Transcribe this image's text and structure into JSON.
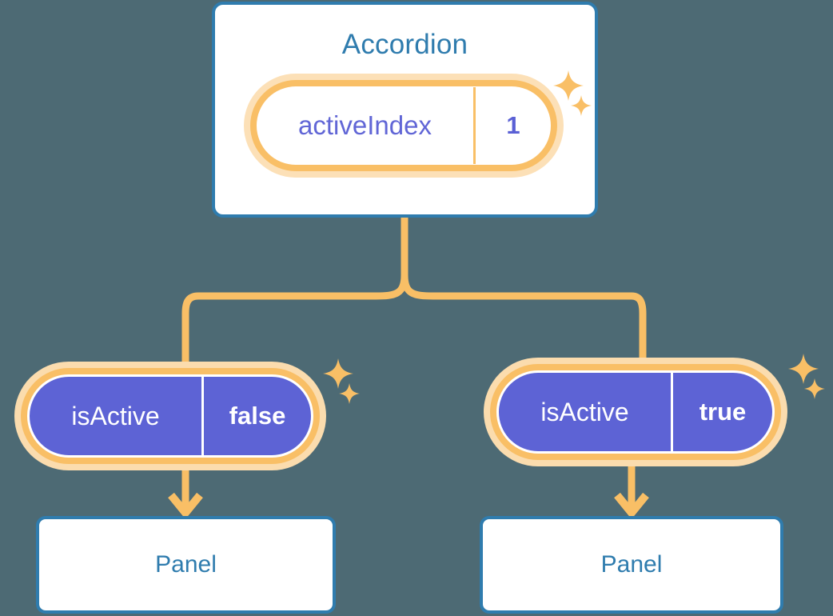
{
  "theme": {
    "background": "#4d6a74",
    "card_bg": "#ffffff",
    "card_border": "#2f7cae",
    "card_text": "#2f7cae",
    "pill_ring": "#f9bf66",
    "pill_halo": "#fbdcae",
    "pill_state_fill": "#5d63d5",
    "pill_key_text": "#6166d6",
    "pill_value_text": "#5a60d5",
    "pill_state_text": "#ffffff",
    "connector": "#f9bf66",
    "sparkle": "#f9bf66"
  },
  "diagram": {
    "root": {
      "title": "Accordion",
      "state_pill": {
        "key": "activeIndex",
        "value": "1",
        "sparkle_count": 2
      }
    },
    "children": [
      {
        "side": "left",
        "state_pill": {
          "key": "isActive",
          "value": "false",
          "sparkle_count": 2
        },
        "panel_label": "Panel"
      },
      {
        "side": "right",
        "state_pill": {
          "key": "isActive",
          "value": "true",
          "sparkle_count": 2
        },
        "panel_label": "Panel"
      }
    ]
  },
  "icons": {
    "sparkle_large": "sparkle-icon",
    "sparkle_small": "sparkle-small-icon",
    "arrow_down": "arrow-down-icon"
  }
}
